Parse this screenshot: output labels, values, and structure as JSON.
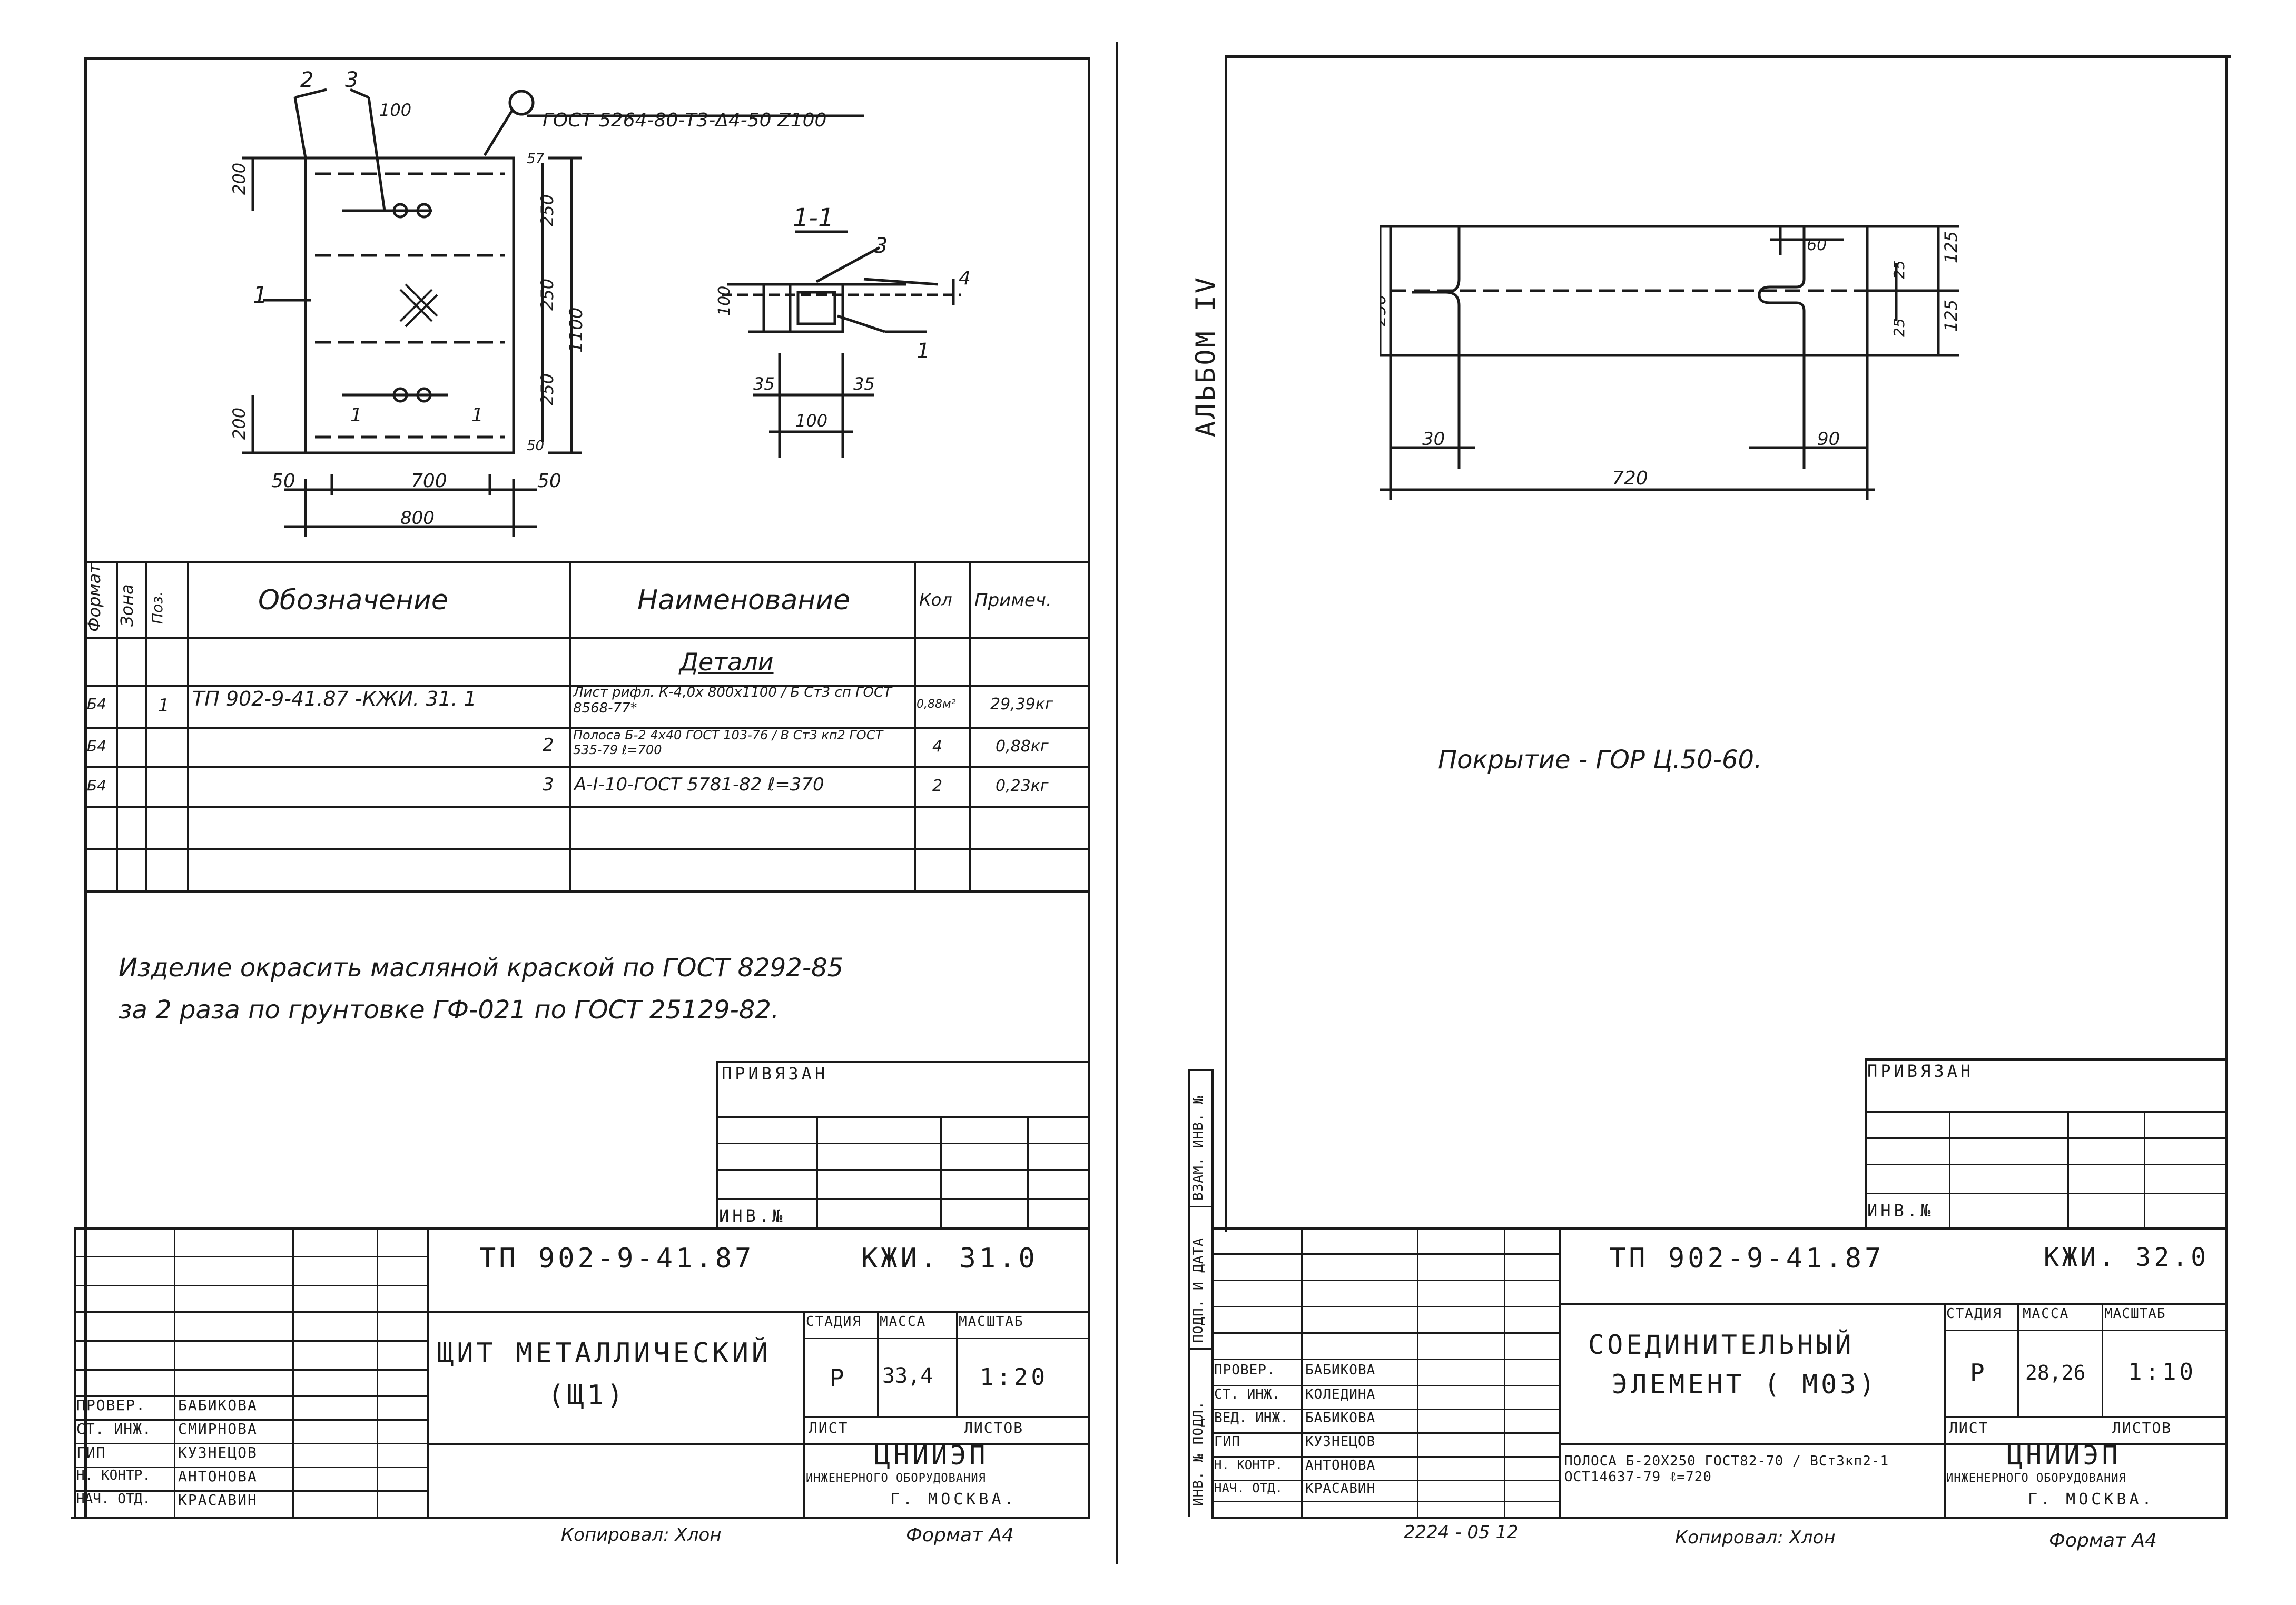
{
  "left": {
    "drawing": {
      "callout_2": "2",
      "callout_3": "3",
      "callout_1": "1",
      "weld_note": "ГОСТ 5264-80-Т3-Δ4-50 Z100",
      "dim_100_top": "100",
      "dim_57": "57",
      "dim_200_top": "200",
      "dim_250_a": "250",
      "dim_1100": "1100",
      "dim_250_b": "250",
      "dim_250_c": "250",
      "dim_200_bot": "200",
      "dim_50": "50",
      "dim_50_left": "50",
      "dim_700": "700",
      "dim_50_right": "50",
      "dim_800": "800",
      "section_mark": "1",
      "section_mark_b": "1",
      "section_title": "1-1",
      "sec_callout_3": "3",
      "sec_callout_1": "1",
      "sec_dim_4": "4",
      "sec_dim_100": "100",
      "sec_dim_35a": "35",
      "sec_dim_35b": "35",
      "sec_dim_100b": "100"
    },
    "spec": {
      "headers": {
        "format": "Формат",
        "zone": "Зона",
        "pos": "Поз.",
        "designation": "Обозначение",
        "name": "Наименование",
        "qty": "Кол",
        "note": "Примеч."
      },
      "section": "Детали",
      "rows": [
        {
          "format": "Б4",
          "pos": "1",
          "designation": "ТП 902-9-41.87  -КЖИ. 31. 1",
          "name": "Лист рифл. К-4,0х 800х1100 / Б Ст3 сп  ГОСТ 8568-77*",
          "qty": "0,88м²",
          "note": "29,39кг"
        },
        {
          "format": "Б4",
          "pos": "2",
          "designation": "2",
          "name": "Полоса Б-2 4х40 ГОСТ 103-76 / В Ст3 кп2 ГОСТ 535-79 ℓ=700",
          "qty": "4",
          "note": "0,88кг"
        },
        {
          "format": "Б4",
          "pos": "3",
          "designation": "3",
          "name": "А-I-10-ГОСТ 5781-82  ℓ=370",
          "qty": "2",
          "note": "0,23кг"
        }
      ]
    },
    "note_line1": "Изделие окрасить масляной краской по ГОСТ 8292-85",
    "note_line2": "за 2 раза по грунтовке ГФ-021 по ГОСТ 25129-82.",
    "privyazan": "ПРИВЯЗАН",
    "inv_no": "ИНВ.№",
    "title_block": {
      "doc_code": "ТП 902-9-41.87",
      "sheet_code": "КЖИ. 31.0",
      "name_line1": "ЩИТ МЕТАЛЛИЧЕСКИЙ",
      "name_line2": "(Щ1)",
      "stage_h": "СТАДИЯ",
      "mass_h": "МАССА",
      "scale_h": "МАСШТАБ",
      "stage": "Р",
      "mass": "33,4",
      "scale": "1:20",
      "sheet_h": "ЛИСТ",
      "sheets_h": "ЛИСТОВ",
      "org1": "ЦНИИЭП",
      "org2": "ИНЖЕНЕРНОГО ОБОРУДОВАНИЯ",
      "org3": "Г. МОСКВА.",
      "roles": [
        "ПРОВЕР.",
        "СТ. ИНЖ.",
        "ГИП",
        "Н. КОНТР.",
        "НАЧ. ОТД."
      ],
      "names": [
        "БАБИКОВА",
        "СМИРНОВА",
        "КУЗНЕЦОВ",
        "АНТОНОВА",
        "КРАСАВИН"
      ]
    },
    "footer_copy": "Копировал: Хлон",
    "footer_format": "Формат А4"
  },
  "right": {
    "album": "АЛЬБОМ IV",
    "drawing": {
      "dim_250": "250",
      "dim_60": "60",
      "dim_25a": "25",
      "dim_25b": "25",
      "dim_125a": "125",
      "dim_125b": "125",
      "dim_30": "30",
      "dim_90": "90",
      "dim_720": "720"
    },
    "coating": "Покрытие - ГОР Ц.50-60.",
    "privyazan": "ПРИВЯЗАН",
    "inv_no": "ИНВ.№",
    "side_labels": [
      "ВЗАМ. ИНВ. №",
      "ПОДП. И ДАТА",
      "ИНВ. № ПОДЛ."
    ],
    "title_block": {
      "doc_code": "ТП 902-9-41.87",
      "sheet_code": "КЖИ. 32.0",
      "name_line1": "СОЕДИНИТЕЛЬНЫЙ",
      "name_line2": "ЭЛЕМЕНТ ( М03)",
      "stage_h": "СТАДИЯ",
      "mass_h": "МАССА",
      "scale_h": "МАСШТАБ",
      "stage": "Р",
      "mass": "28,26",
      "scale": "1:10",
      "sheet_h": "ЛИСТ",
      "sheets_h": "ЛИСТОВ",
      "org1": "ЦНИИЭП",
      "org2": "ИНЖЕНЕРНОГО ОБОРУДОВАНИЯ",
      "org3": "Г. МОСКВА.",
      "material": "ПОЛОСА Б-20Х250 ГОСТ82-70 / ВСт3кп2-1 ОСТ14637-79  ℓ=720",
      "roles": [
        "ПРОВЕР.",
        "СТ. ИНЖ.",
        "ВЕД. ИНЖ.",
        "ГИП",
        "Н. КОНТР.",
        "НАЧ. ОТД."
      ],
      "names": [
        "БАБИКОВА",
        "КОЛЕДИНА",
        "БАБИКОВА",
        "КУЗНЕЦОВ",
        "АНТОНОВА",
        "КРАСАВИН"
      ]
    },
    "footer_num": "2224 - 05  12",
    "footer_copy": "Копировал: Хлон",
    "footer_format": "Формат А4"
  }
}
